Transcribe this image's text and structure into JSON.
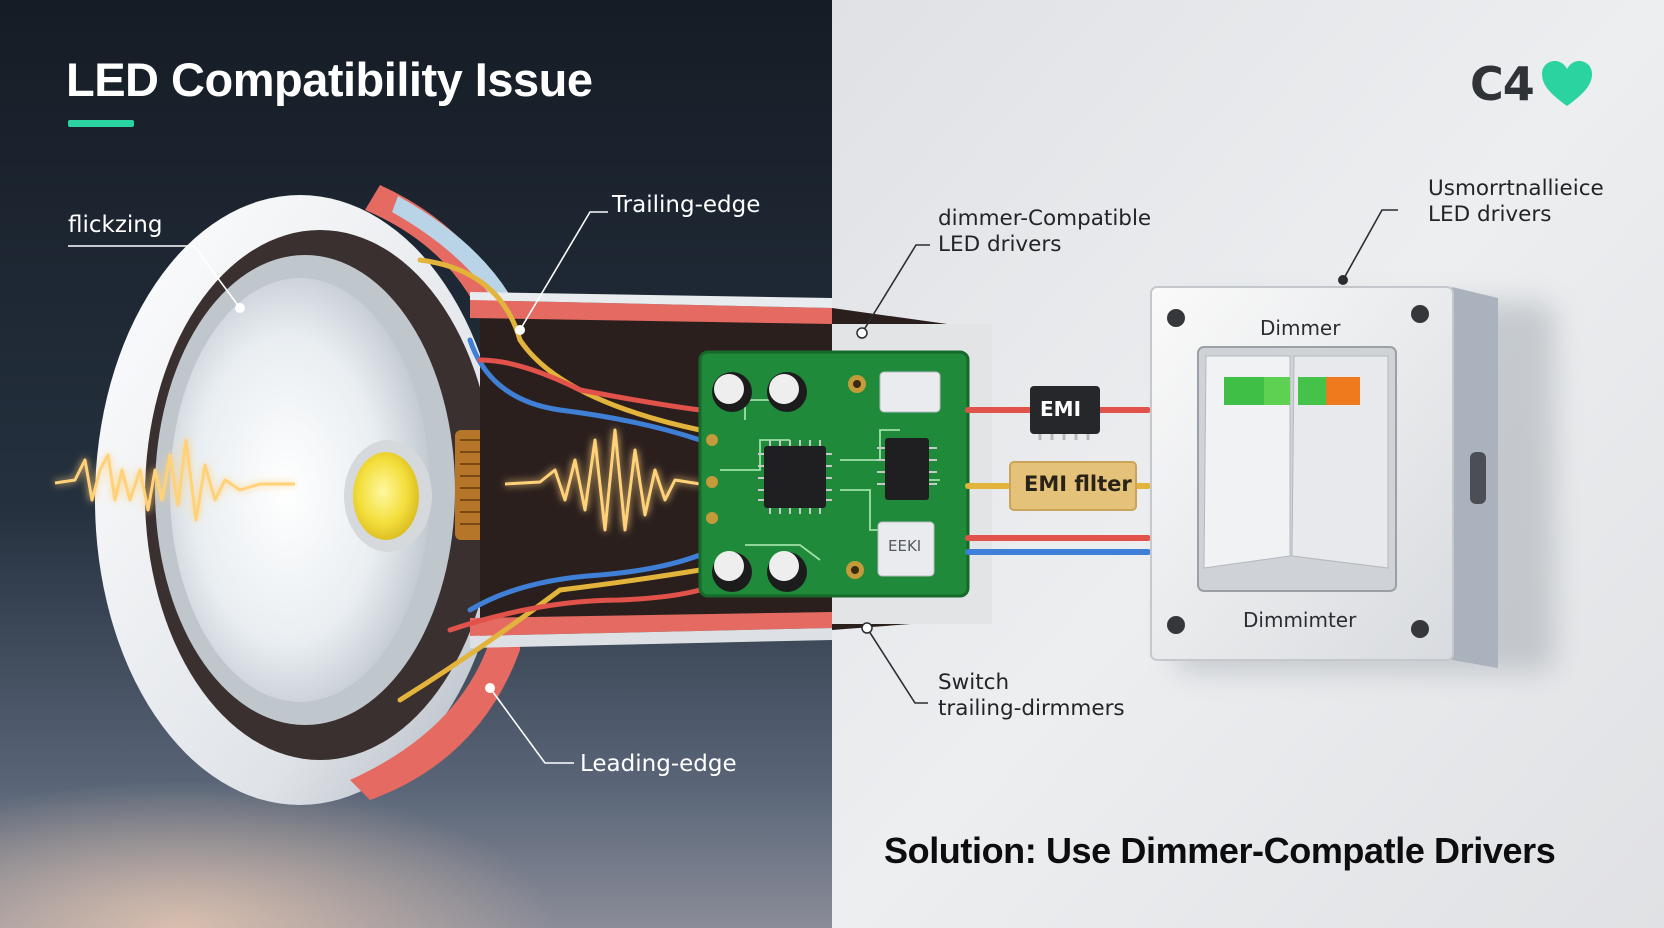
{
  "title": "LED Compatibility Issue",
  "logo": {
    "text": "C4",
    "icon": "heart-icon",
    "icon_color": "#2bd3a0"
  },
  "labels": {
    "flicker": "flickzing",
    "trailing_edge": "Trailing-edge",
    "leading_edge": "Leading-edge",
    "compatible_line1": "dimmer-Compatible",
    "compatible_line2": "LED drivers",
    "unsupported_line1": "Usmorrtnallieice",
    "unsupported_line2": "LED drivers",
    "switch_line1": "Switch",
    "switch_line2": "trailing-dirmmers",
    "solution": "Solution: Use Dimmer-Compatle Drivers"
  },
  "components": {
    "emi_chip": "EMI",
    "emi_filter": "EMI fllter",
    "board_chip": "EEKI",
    "dimmer_top": "Dimmer",
    "dimmer_bottom": "Dimmimter"
  },
  "colors": {
    "accent": "#2bd3a0",
    "dark_bg": "#1c2530",
    "light_bg": "#e7e8eb",
    "wire_red": "#e0524a",
    "wire_blue": "#3f7fd6",
    "wire_yellow": "#e3b43b",
    "pcb_green": "#1f8a3a",
    "waveform_glow": "#ffd27a"
  }
}
